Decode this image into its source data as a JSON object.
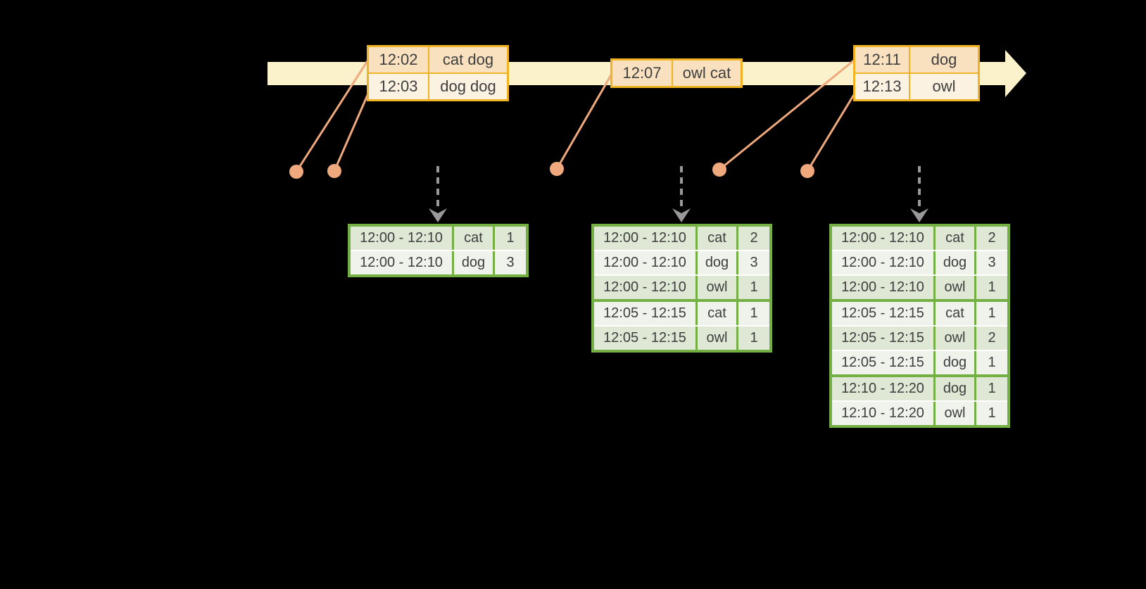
{
  "colors": {
    "background": "#000000",
    "text": "#3E3E3E",
    "timeline_band": "#FBF1CA",
    "event_border": "#F0B323",
    "event_row_a": "#F9E1C0",
    "event_row_b": "#FCF2E1",
    "connector": "#F0A97C",
    "trigger_arrow": "#999999",
    "result_border": "#74AF43",
    "result_row_odd": "#DEE8D5",
    "result_row_even": "#EFF3EB"
  },
  "event_stream": {
    "tables": [
      {
        "rows": [
          {
            "time": "12:02",
            "words": "cat dog"
          },
          {
            "time": "12:03",
            "words": "dog dog"
          }
        ]
      },
      {
        "rows": [
          {
            "time": "12:07",
            "words": "owl cat"
          }
        ]
      },
      {
        "rows": [
          {
            "time": "12:11",
            "words": "dog"
          },
          {
            "time": "12:13",
            "words": "owl"
          }
        ]
      }
    ]
  },
  "result_tables": [
    {
      "rows": [
        {
          "window": "12:00 - 12:10",
          "word": "cat",
          "count": "1"
        },
        {
          "window": "12:00 - 12:10",
          "word": "dog",
          "count": "3"
        }
      ]
    },
    {
      "rows": [
        {
          "window": "12:00 - 12:10",
          "word": "cat",
          "count": "2"
        },
        {
          "window": "12:00 - 12:10",
          "word": "dog",
          "count": "3"
        },
        {
          "window": "12:00 - 12:10",
          "word": "owl",
          "count": "1"
        },
        {
          "window": "12:05 - 12:15",
          "word": "cat",
          "count": "1"
        },
        {
          "window": "12:05 - 12:15",
          "word": "owl",
          "count": "1"
        }
      ]
    },
    {
      "rows": [
        {
          "window": "12:00 - 12:10",
          "word": "cat",
          "count": "2"
        },
        {
          "window": "12:00 - 12:10",
          "word": "dog",
          "count": "3"
        },
        {
          "window": "12:00 - 12:10",
          "word": "owl",
          "count": "1"
        },
        {
          "window": "12:05 - 12:15",
          "word": "cat",
          "count": "1"
        },
        {
          "window": "12:05 - 12:15",
          "word": "owl",
          "count": "2"
        },
        {
          "window": "12:05 - 12:15",
          "word": "dog",
          "count": "1"
        },
        {
          "window": "12:10 - 12:20",
          "word": "dog",
          "count": "1"
        },
        {
          "window": "12:10 - 12:20",
          "word": "owl",
          "count": "1"
        }
      ]
    }
  ]
}
